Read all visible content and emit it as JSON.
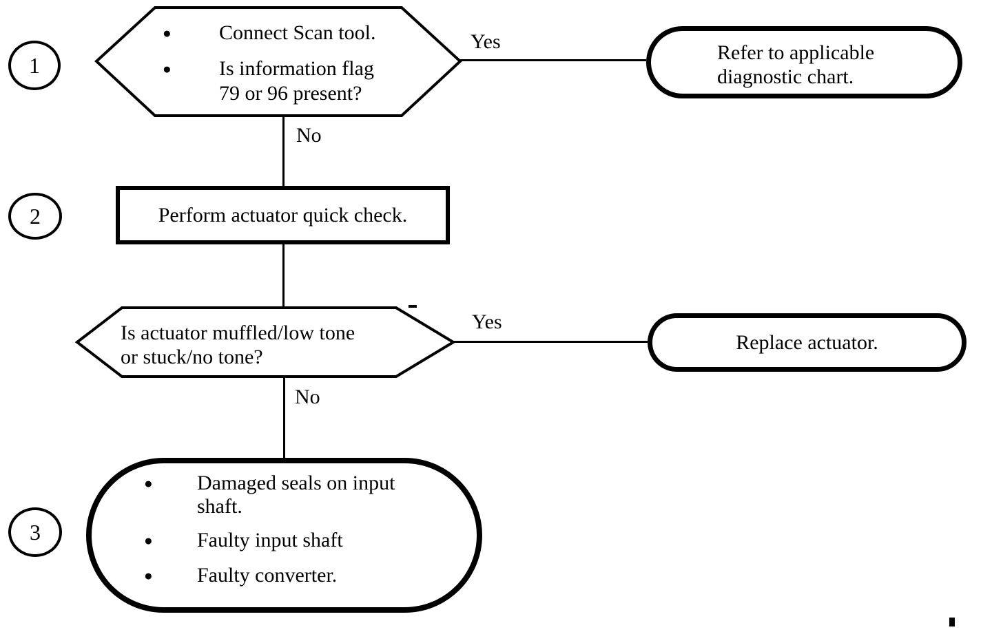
{
  "colors": {
    "ink": "#000000",
    "paper": "#ffffff"
  },
  "diagram": {
    "type": "flowchart",
    "step_markers": [
      "1",
      "2",
      "3"
    ],
    "branch_labels": {
      "yes": "Yes",
      "no": "No"
    },
    "nodes": {
      "decision_scan_tool": {
        "shape": "hexagon",
        "bullets": [
          "Connect Scan tool.",
          "Is information flag\n79 or 96 present?"
        ]
      },
      "terminal_refer_chart": {
        "shape": "terminator",
        "text": "Refer to applicable\ndiagnostic chart."
      },
      "process_quick_check": {
        "shape": "rectangle",
        "text": "Perform actuator quick check."
      },
      "decision_actuator_tone": {
        "shape": "hexagon",
        "text": "Is actuator muffled/low tone\nor stuck/no tone?"
      },
      "terminal_replace_actuator": {
        "shape": "terminator",
        "text": "Replace actuator."
      },
      "terminal_causes": {
        "shape": "terminator",
        "bullets": [
          "Damaged seals on input\nshaft.",
          "Faulty input shaft",
          "Faulty converter."
        ]
      }
    }
  }
}
